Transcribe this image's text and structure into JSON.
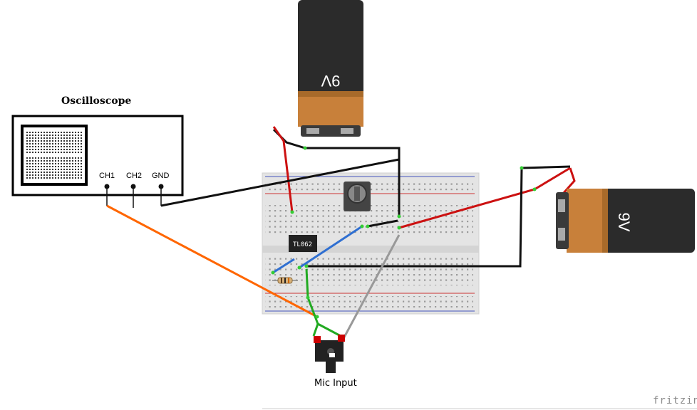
{
  "oscilloscope": {
    "title": "Oscilloscope",
    "channels": [
      "CH1",
      "CH2",
      "GND"
    ]
  },
  "ic": {
    "label": "TL062"
  },
  "batteries": [
    {
      "label": "9V"
    },
    {
      "label": "9V"
    }
  ],
  "mic_jack": {
    "label": "Mic Input"
  },
  "watermark": "fritzing",
  "colors": {
    "breadboard": "#e4e4e4",
    "battery_body": "#c8803a",
    "battery_top": "#2b2b2b",
    "wire_red": "#cc1111",
    "wire_black": "#111111",
    "wire_orange": "#ff6600",
    "wire_blue": "#2f6fd1",
    "wire_green": "#22aa22",
    "wire_gray": "#999999"
  }
}
